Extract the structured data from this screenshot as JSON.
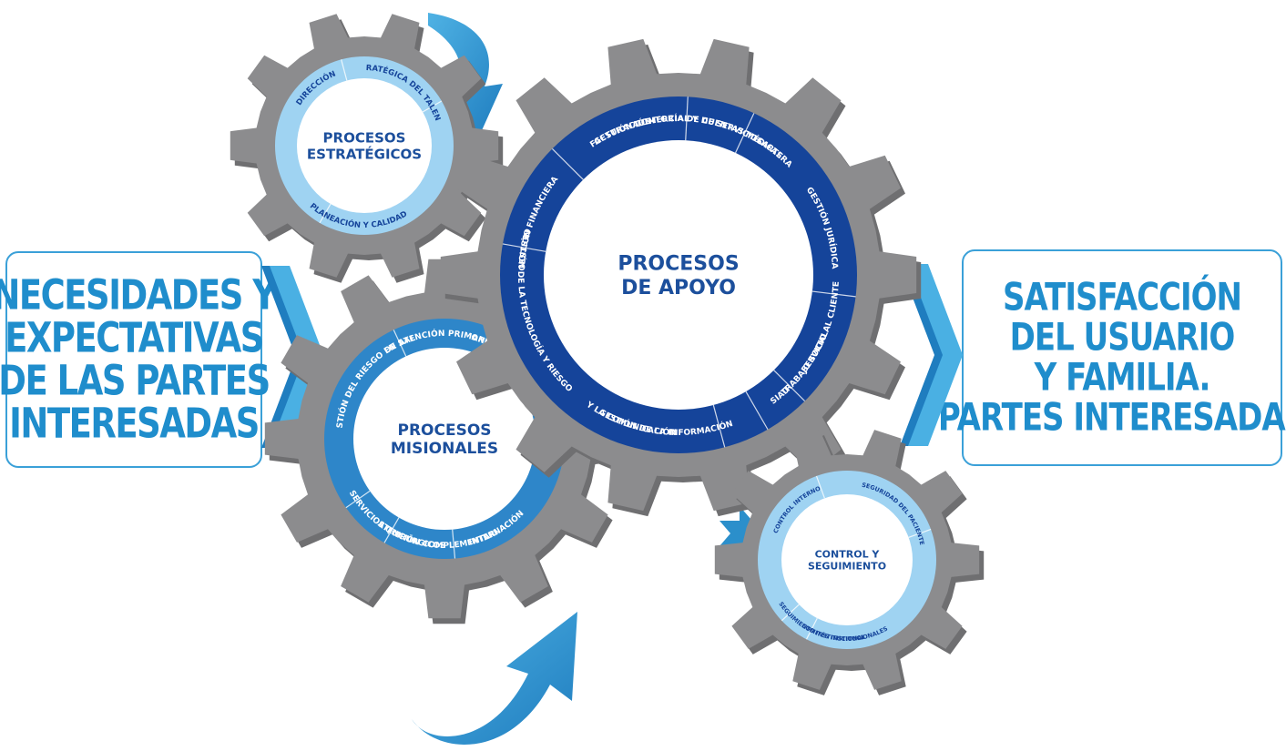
{
  "colors": {
    "gear": "#8c8c8e",
    "gear_shadow": "#6f6f71",
    "ring_light": "#9fd3f2",
    "ring_medium": "#2e86c9",
    "ring_dark": "#15449a",
    "core_text": "#1c4f9c",
    "arrow": "#2b8fcb",
    "box_text": "#1f8dcc"
  },
  "left_box": {
    "lines": [
      "NECESIDADES Y",
      "EXPECTATIVAS",
      "DE LAS PARTES",
      "INTERESADAS"
    ]
  },
  "right_box": {
    "lines": [
      "SATISFACCIÓN",
      "DEL USUARIO",
      "Y FAMILIA.",
      "PARTES INTERESADAS"
    ]
  },
  "gears": {
    "estrategicos": {
      "title": [
        "PROCESOS",
        "ESTRATÉGICOS"
      ],
      "ring_labels": [
        "DIRECCIÓN",
        "GESTIÓN ESTRATÉGICA DEL TALENTO HUMANO",
        "PLANEACIÓN Y CALIDAD"
      ]
    },
    "apoyo": {
      "title": [
        "PROCESOS",
        "DE APOYO"
      ],
      "ring_labels": [
        "GESTIÓN COMERCIAL Y DE SERVICIOS",
        "GESTIÓN JURÍDICA",
        "SERVICIO AL CLIENTE",
        "SIAU",
        "TRABAJO SOCIAL",
        "GESTIÓN FINANCIERA",
        "GESTIÓN DE LA TECNOLOGÍA Y RIESGO",
        "FACTURACIÓN",
        "AUDITORÍA DE CUENTAS MÉDICAS",
        "CARTERA",
        "GESTIÓN DE LA INFORMACIÓN",
        "Y LA COMUNICACIÓN"
      ]
    },
    "misionales": {
      "title": [
        "PROCESOS",
        "MISIONALES"
      ],
      "ring_labels": [
        "GESTIÓN DE ATENCIÓN PRIMARIA EN SALUD",
        "GESTIÓN DEL RIESGO EN SALUD",
        "CONSULTA EXTERNA GENERAL",
        "GESTIÓN DE ATENCIÓN COMPLEMENTARIA EN SALUD",
        "SERVICIOS QUIRÚRGICOS",
        "INTERNACIÓN"
      ]
    },
    "control": {
      "title": [
        "CONTROL Y",
        "SEGUIMIENTO"
      ],
      "ring_labels": [
        "CONTROL INTERNO",
        "SEGURIDAD DEL PACIENTE",
        "COMITÉS INSTITUCIONALES",
        "SEGUIMIENTO INSTITUCIONAL"
      ]
    }
  }
}
